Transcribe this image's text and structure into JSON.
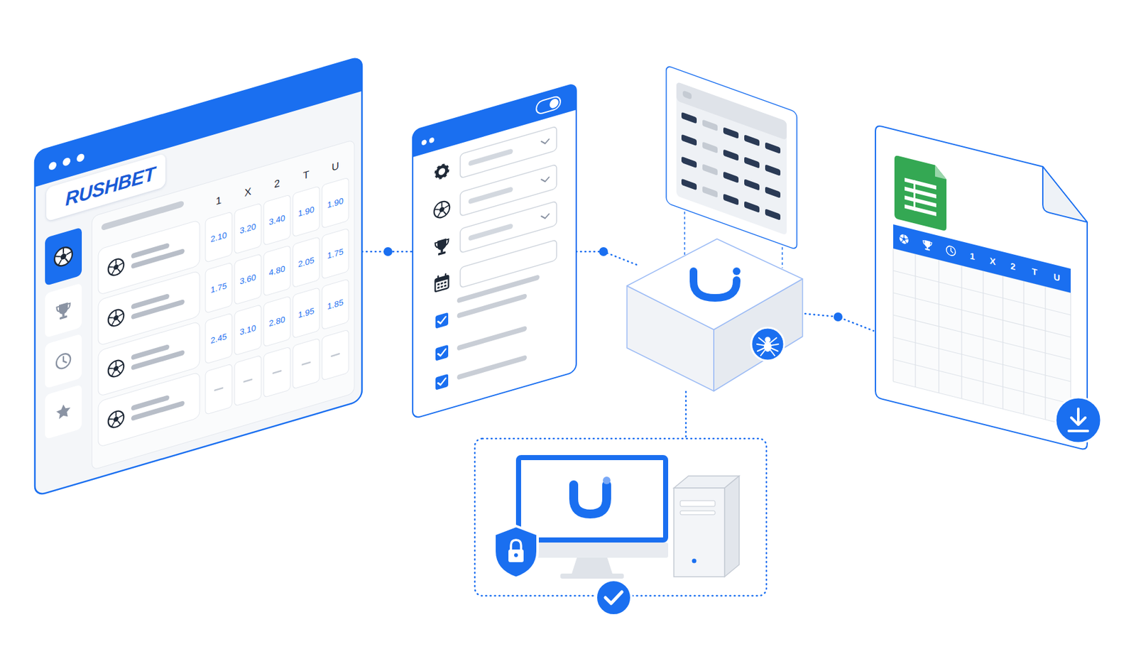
{
  "diagram": {
    "nodes": [
      {
        "text": [
          "RUSHBET"
        ]
      }
    ],
    "labels": [
      "1",
      "X",
      "2",
      "T",
      "U",
      "2.10",
      "3.20",
      "3.40",
      "1.90",
      "1.90",
      "1.75",
      "3.60",
      "4.80",
      "2.05",
      "1.75",
      "2.45",
      "3.10",
      "2.80",
      "1.95",
      "1.85",
      "1",
      "X",
      "2",
      "T",
      "U"
    ]
  }
}
